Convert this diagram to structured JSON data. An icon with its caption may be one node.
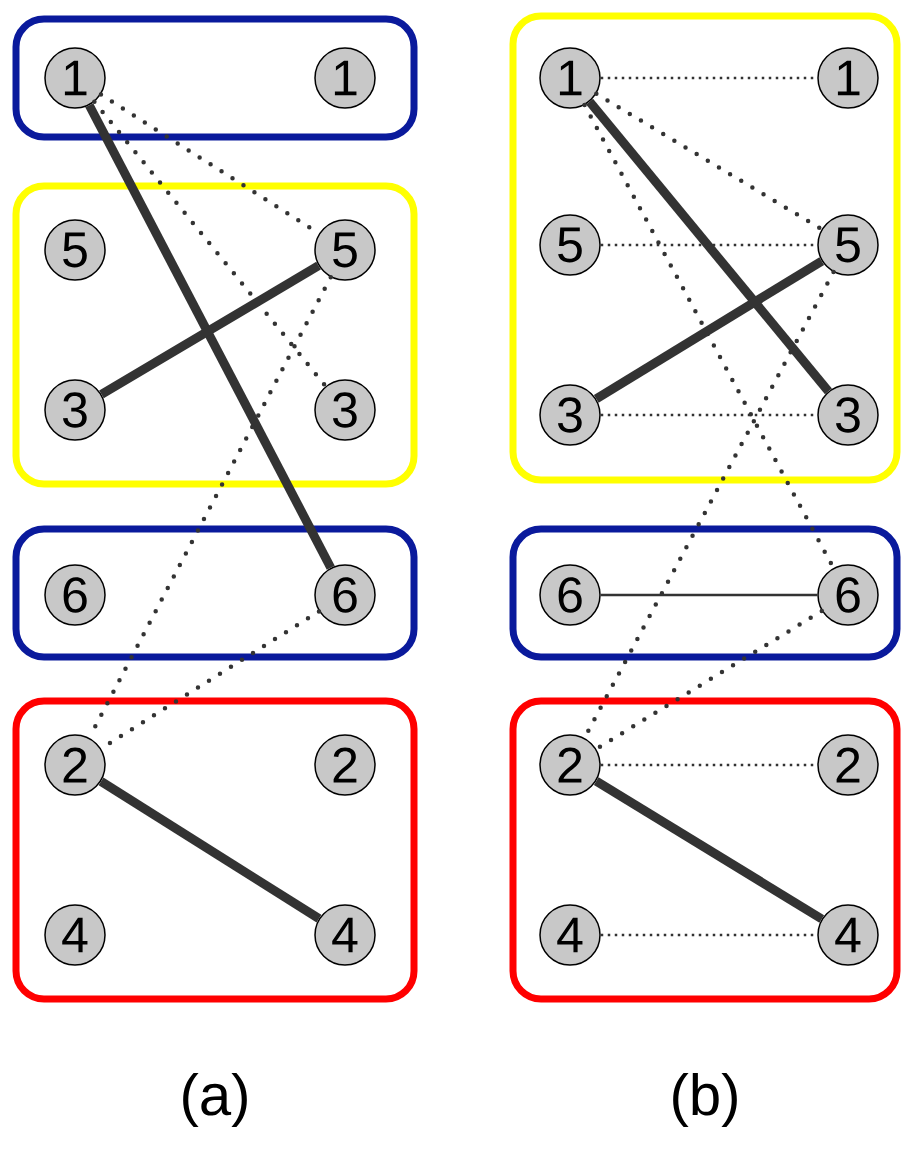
{
  "diagram": {
    "nodes": [
      {
        "text": [],
        "shape": "box"
      },
      {
        "text": [
          "1"
        ],
        "in": 0
      },
      {
        "text": [
          "1"
        ],
        "in": 0
      },
      {
        "text": [],
        "shape": "box"
      },
      {
        "text": [
          "5"
        ],
        "in": 3
      },
      {
        "text": [
          "5"
        ],
        "in": 3
      },
      {
        "text": [
          "3"
        ],
        "in": 3
      },
      {
        "text": [
          "3"
        ],
        "in": 3
      },
      {
        "text": [],
        "shape": "box"
      },
      {
        "text": [
          "6"
        ],
        "in": 8
      },
      {
        "text": [
          "6"
        ],
        "in": 8
      },
      {
        "text": [],
        "shape": "box"
      },
      {
        "text": [
          "2"
        ],
        "in": 11
      },
      {
        "text": [
          "2"
        ],
        "in": 11
      },
      {
        "text": [
          "4"
        ],
        "in": 11
      },
      {
        "text": [
          "4"
        ],
        "in": 11
      },
      {
        "text": [],
        "shape": "box"
      },
      {
        "text": [
          "1"
        ],
        "in": 16
      },
      {
        "text": [
          "1"
        ],
        "in": 16
      },
      {
        "text": [
          "5"
        ],
        "in": 16
      },
      {
        "text": [
          "5"
        ],
        "in": 16
      },
      {
        "text": [
          "3"
        ],
        "in": 16
      },
      {
        "text": [
          "3"
        ],
        "in": 16
      },
      {
        "text": [],
        "shape": "box"
      },
      {
        "text": [
          "6"
        ],
        "in": 23
      },
      {
        "text": [
          "6"
        ],
        "in": 23
      },
      {
        "text": [],
        "shape": "box"
      },
      {
        "text": [
          "2"
        ],
        "in": 26
      },
      {
        "text": [
          "2"
        ],
        "in": 26
      },
      {
        "text": [
          "4"
        ],
        "in": 26
      },
      {
        "text": [
          "4"
        ],
        "in": 26
      }
    ],
    "edges": [
      {
        "from": 1,
        "to": 10,
        "arrow": "none",
        "style": "thick"
      },
      {
        "from": 1,
        "to": 5,
        "arrow": "none",
        "style": "dashed"
      },
      {
        "from": 1,
        "to": 7,
        "arrow": "none",
        "style": "dashed"
      },
      {
        "from": 6,
        "to": 5,
        "arrow": "none",
        "style": "thick"
      },
      {
        "from": 5,
        "to": 12,
        "arrow": "none",
        "style": "dashed"
      },
      {
        "from": 10,
        "to": 12,
        "arrow": "none",
        "style": "dashed"
      },
      {
        "from": 12,
        "to": 15,
        "arrow": "none",
        "style": "thick"
      },
      {
        "from": 17,
        "to": 18,
        "arrow": "none",
        "style": "dashed"
      },
      {
        "from": 17,
        "to": 22,
        "arrow": "none",
        "style": "thick"
      },
      {
        "from": 17,
        "to": 20,
        "arrow": "none",
        "style": "dashed"
      },
      {
        "from": 17,
        "to": 25,
        "arrow": "none",
        "style": "dashed"
      },
      {
        "from": 19,
        "to": 20,
        "arrow": "none",
        "style": "dashed"
      },
      {
        "from": 21,
        "to": 20,
        "arrow": "none",
        "style": "thick"
      },
      {
        "from": 21,
        "to": 22,
        "arrow": "none",
        "style": "dashed"
      },
      {
        "from": 20,
        "to": 27,
        "arrow": "none",
        "style": "dashed"
      },
      {
        "from": 24,
        "to": 25,
        "arrow": "none"
      },
      {
        "from": 25,
        "to": 27,
        "arrow": "none",
        "style": "dashed"
      },
      {
        "from": 27,
        "to": 28,
        "arrow": "none",
        "style": "dashed"
      },
      {
        "from": 27,
        "to": 30,
        "arrow": "none",
        "style": "thick"
      },
      {
        "from": 29,
        "to": 30,
        "arrow": "none",
        "style": "dashed"
      }
    ],
    "labels": [
      "(a)",
      "(b)"
    ]
  }
}
